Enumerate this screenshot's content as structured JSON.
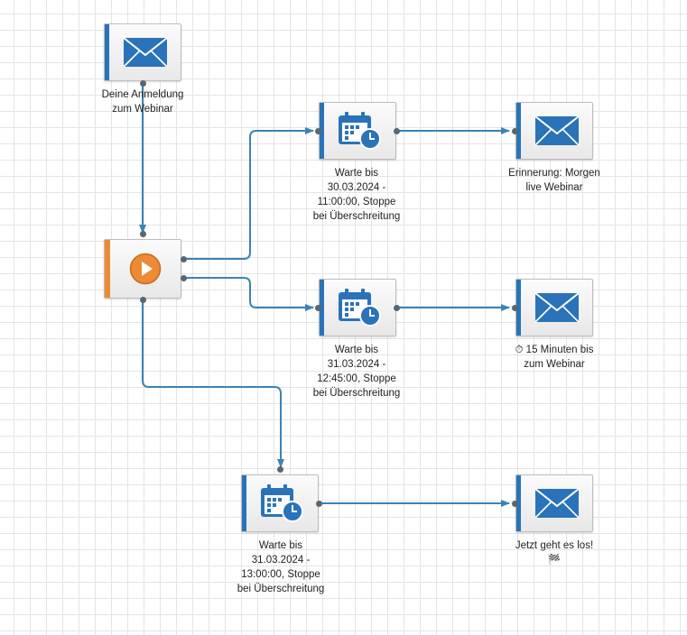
{
  "nodes": {
    "email_anmeldung": {
      "label_line1": "Deine Anmeldung",
      "label_line2": "zum Webinar",
      "icon": "envelope-icon"
    },
    "start": {
      "icon": "play-icon"
    },
    "wait_1": {
      "label_line1": "Warte bis",
      "label_line2": "30.03.2024 -",
      "label_line3": "11:00:00, Stoppe",
      "label_line4": "bei Überschreitung",
      "icon": "calendar-clock-icon"
    },
    "email_erinnerung": {
      "label_line1": "Erinnerung: Morgen",
      "label_line2": "live Webinar",
      "icon": "envelope-icon"
    },
    "wait_2": {
      "label_line1": "Warte bis",
      "label_line2": "31.03.2024 -",
      "label_line3": "12:45:00, Stoppe",
      "label_line4": "bei Überschreitung",
      "icon": "calendar-clock-icon"
    },
    "email_15min": {
      "label_line1": "⏱ 15 Minuten bis",
      "label_line2": "zum Webinar",
      "icon": "envelope-icon"
    },
    "wait_3": {
      "label_line1": "Warte bis",
      "label_line2": "31.03.2024 -",
      "label_line3": "13:00:00, Stoppe",
      "label_line4": "bei Überschreitung",
      "icon": "calendar-clock-icon"
    },
    "email_los": {
      "label_line1": "Jetzt geht es los!",
      "label_line2": "🏁",
      "icon": "envelope-icon"
    }
  },
  "colors": {
    "email_bar": "#2a73b8",
    "start_bar": "#ec8a35",
    "wire": "#3a84b4",
    "port": "#5a6670"
  }
}
